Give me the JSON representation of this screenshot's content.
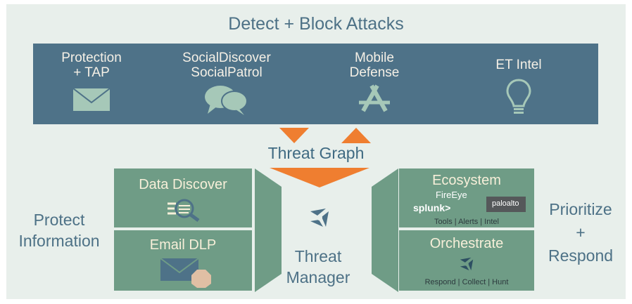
{
  "header": {
    "title": "Detect + Block Attacks"
  },
  "products": [
    {
      "label": "Protection\n+ TAP",
      "icon": "envelope-icon"
    },
    {
      "label": "SocialDiscover\nSocialPatrol",
      "icon": "speech-bubbles-icon"
    },
    {
      "label": "Mobile\nDefense",
      "icon": "app-store-icon"
    },
    {
      "label": "ET Intel",
      "icon": "lightbulb-icon"
    }
  ],
  "threat_graph": {
    "label": "Threat Graph"
  },
  "left": {
    "side_label_1": "Protect",
    "side_label_2": "Information",
    "data_discover": {
      "title": "Data Discover",
      "icon": "search-magnifier-icon"
    },
    "email_dlp": {
      "title": "Email DLP",
      "icon": "envelope-stop-icon"
    }
  },
  "center": {
    "label_1": "Threat",
    "label_2": "Manager",
    "icon": "proofpoint-logo-icon"
  },
  "right": {
    "side_label_1": "Prioritize",
    "side_label_2": "+",
    "side_label_3": "Respond",
    "ecosystem": {
      "title": "Ecosystem",
      "logos": [
        "FireEye",
        "splunk>",
        "paloalto"
      ],
      "caption": "Tools | Alerts | Intel"
    },
    "orchestrate": {
      "title": "Orchestrate",
      "caption": "Respond | Collect | Hunt"
    }
  },
  "colors": {
    "band": "#4e7288",
    "tile": "#6f9c86",
    "arrow": "#ef7e30",
    "text_blue": "#4d7186"
  }
}
